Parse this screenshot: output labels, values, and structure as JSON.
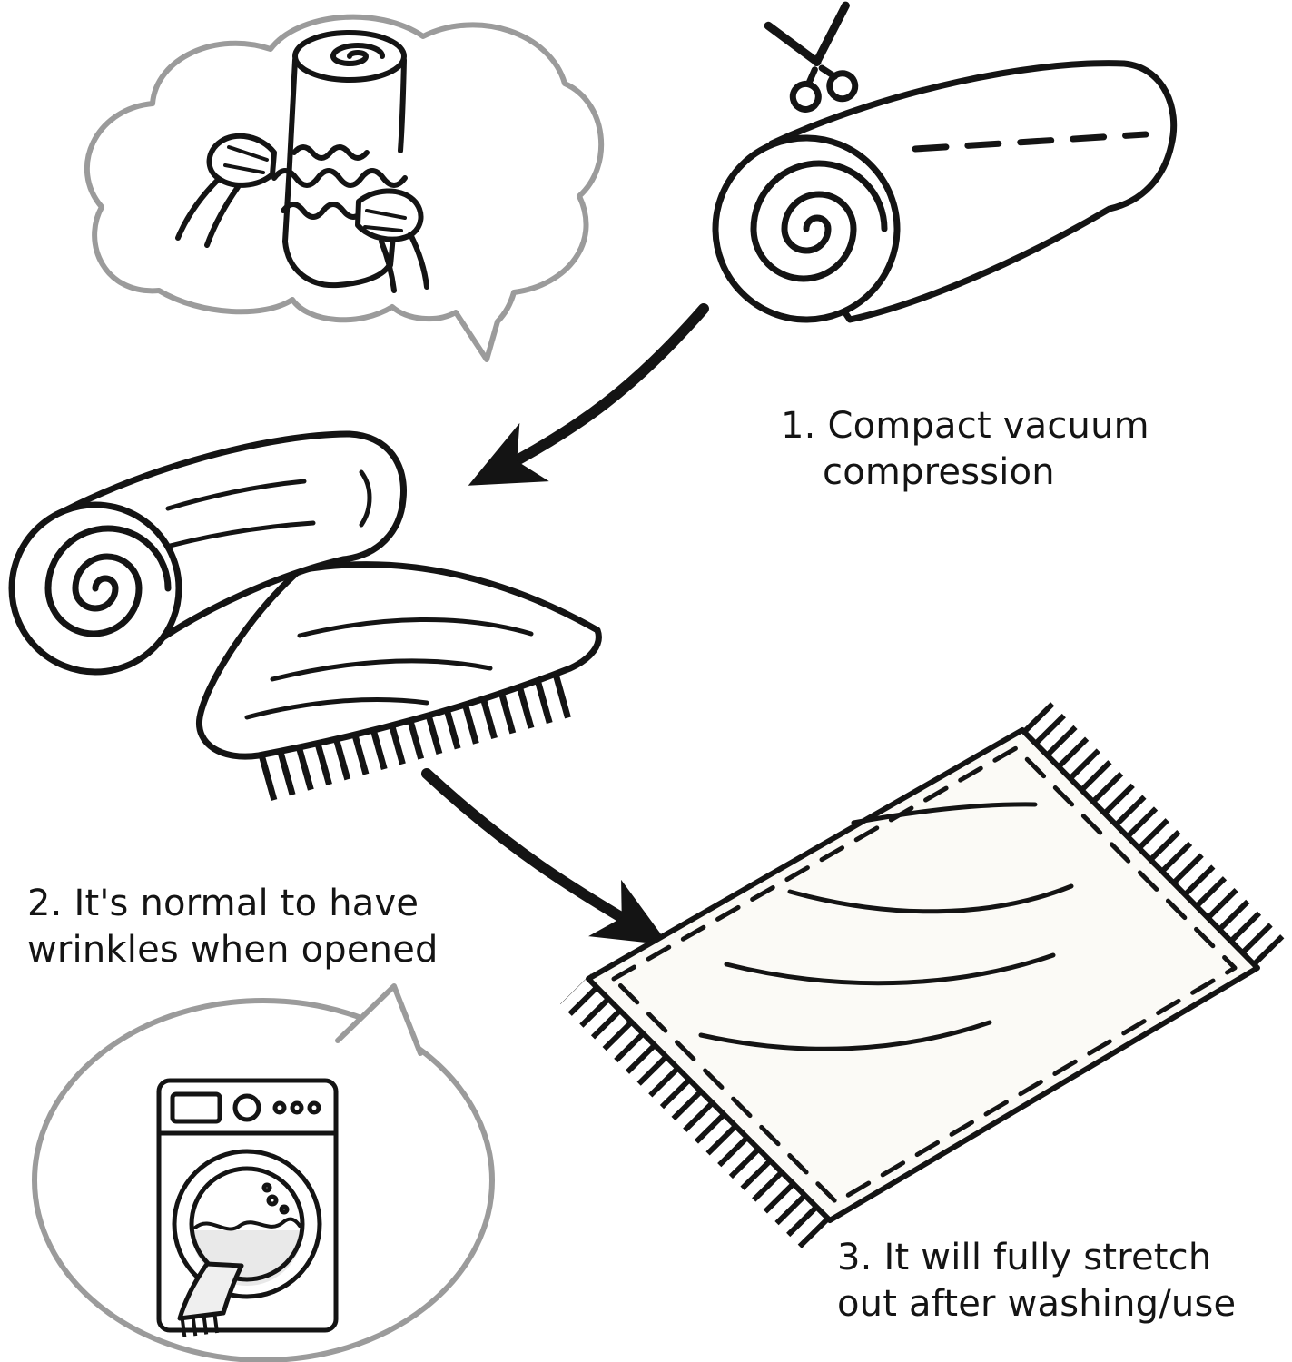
{
  "steps": {
    "step1": {
      "line1": "1. Compact vacuum",
      "line2": "compression"
    },
    "step2": {
      "line1": "2. It's normal to have",
      "line2": "wrinkles when opened"
    },
    "step3": {
      "line1": "3. It will fully stretch",
      "line2": "out after washing/use"
    }
  },
  "icons": {
    "scissors": "✂"
  },
  "colors": {
    "ink": "#141414",
    "bubble_gray": "#9b9b9b",
    "background": "#ffffff",
    "rug_fill": "#fbfaf6",
    "cloth_fill": "#efefef"
  }
}
